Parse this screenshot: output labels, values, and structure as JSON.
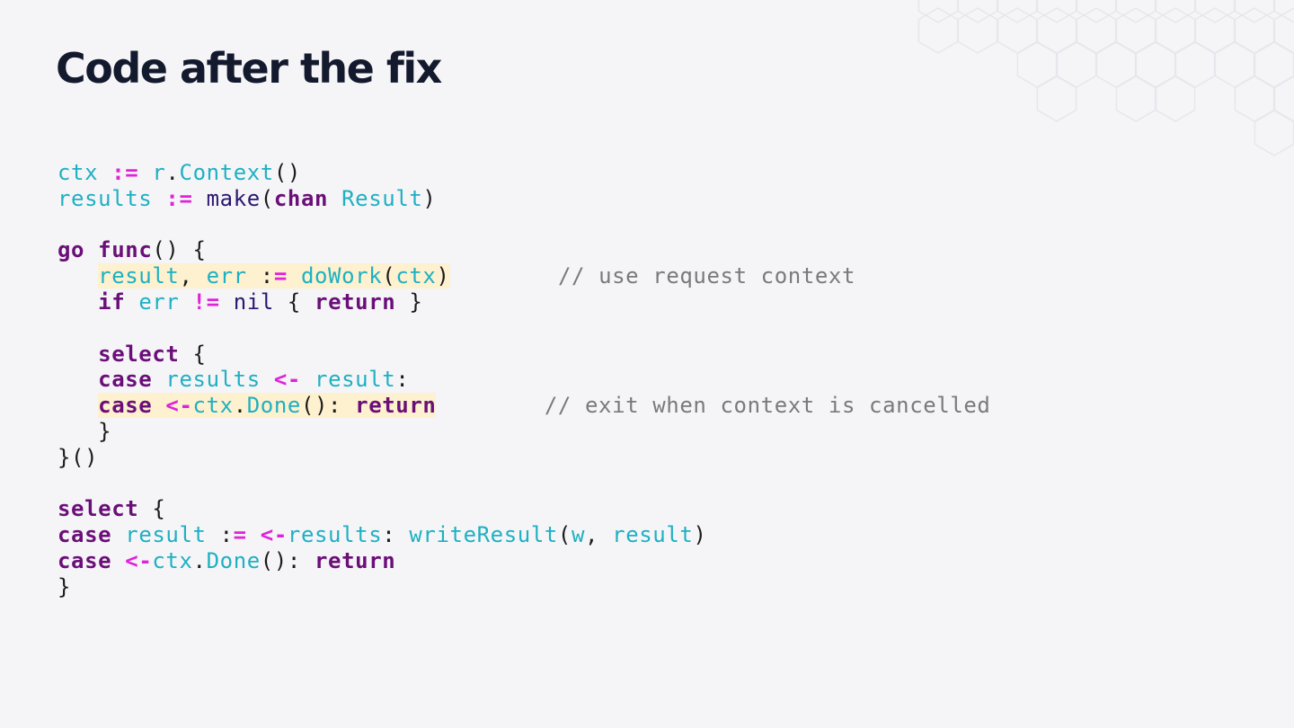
{
  "title": "Code after the fix",
  "code": {
    "line1": {
      "a": "ctx",
      "b": " ",
      "c": ":=",
      "d": " ",
      "e": "r",
      "f": ".",
      "g": "Context",
      "h": "()"
    },
    "line2": {
      "a": "results",
      "b": " ",
      "c": ":=",
      "d": " ",
      "e": "make",
      "f": "(",
      "g": "chan",
      "h": " ",
      "i": "Result",
      "j": ")"
    },
    "line4": {
      "a": "go",
      "b": " ",
      "c": "func",
      "d": "() {"
    },
    "line5": {
      "a": "result",
      "b": ", ",
      "c": "err",
      "d": " :",
      "e": "=",
      "f": " ",
      "g": "doWork",
      "h": "(",
      "i": "ctx",
      "j": ")",
      "pad": "        ",
      "comment": "// use request context"
    },
    "line6": {
      "a": "if",
      "b": " ",
      "c": "err",
      "d": " ",
      "e": "!=",
      "f": " ",
      "g": "nil",
      "h": " { ",
      "i": "return",
      "j": " }"
    },
    "line8": {
      "a": "select",
      "b": " {"
    },
    "line9": {
      "a": "case",
      "b": " ",
      "c": "results",
      "d": " ",
      "e": "<-",
      "f": " ",
      "g": "result",
      "h": ":"
    },
    "line10": {
      "a": "case",
      "b": " ",
      "c": "<-",
      "d": "ctx",
      "e": ".",
      "f": "Done",
      "g": "(): ",
      "h": "return",
      "pad": "        ",
      "comment": "// exit when context is cancelled"
    },
    "line11": {
      "a": "}"
    },
    "line12": {
      "a": "}()"
    },
    "line14": {
      "a": "select",
      "b": " {"
    },
    "line15": {
      "a": "case",
      "b": " ",
      "c": "result",
      "d": " :",
      "e": "=",
      "f": " ",
      "g": "<-",
      "h": "results",
      "i": ": ",
      "j": "writeResult",
      "k": "(",
      "l": "w",
      "m": ", ",
      "n": "result",
      "o": ")"
    },
    "line16": {
      "a": "case",
      "b": " ",
      "c": "<-",
      "d": "ctx",
      "e": ".",
      "f": "Done",
      "g": "(): ",
      "h": "return"
    },
    "line17": {
      "a": "}"
    }
  }
}
